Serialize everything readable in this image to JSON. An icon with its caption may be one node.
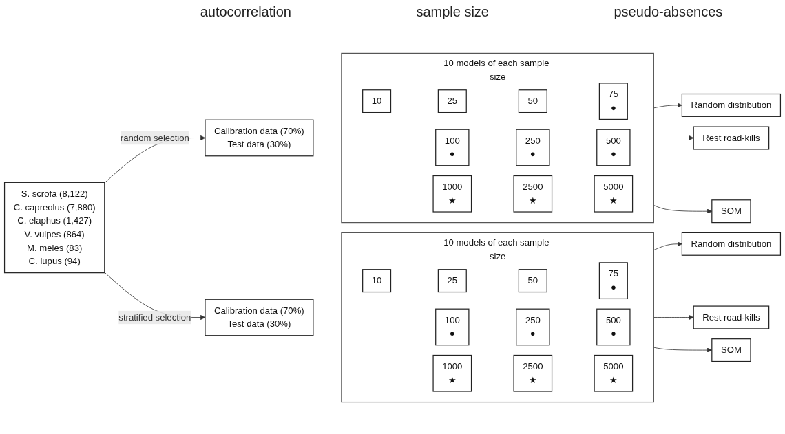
{
  "diagram": {
    "nodes": [
      {
        "text": [
          "S. scrofa (8,122)",
          "C. capreolus (7,880)",
          "C. elaphus (1,427)",
          "V. vulpes (864)",
          "M. meles (83)",
          "C. lupus (94)"
        ]
      },
      {
        "text": [
          "Calibration data (70%)",
          "Test data (30%)"
        ]
      },
      {
        "text": [
          "10 models of each sample size"
        ]
      },
      {
        "text": [
          "10"
        ],
        "in": 2
      },
      {
        "text": [
          "25"
        ],
        "in": 2
      },
      {
        "text": [
          "50"
        ],
        "in": 2
      },
      {
        "text": [
          "75",
          "●"
        ],
        "in": 2
      },
      {
        "text": [
          "100",
          "●"
        ],
        "in": 2
      },
      {
        "text": [
          "250",
          "●"
        ],
        "in": 2
      },
      {
        "text": [
          "500",
          "●"
        ],
        "in": 2
      },
      {
        "text": [
          "1000",
          "★"
        ],
        "in": 2
      },
      {
        "text": [
          "2500",
          "★"
        ],
        "in": 2
      },
      {
        "text": [
          "5000",
          "★"
        ],
        "in": 2
      },
      {
        "text": [
          "Random distribution"
        ]
      },
      {
        "text": [
          "Rest road-kills"
        ]
      },
      {
        "text": [
          "SOM"
        ]
      },
      {
        "text": [
          "Calibration data (70%)",
          "Test data (30%)"
        ]
      },
      {
        "text": [
          "10 models of each sample size"
        ]
      },
      {
        "text": [
          "10"
        ],
        "in": 17
      },
      {
        "text": [
          "25"
        ],
        "in": 17
      },
      {
        "text": [
          "50"
        ],
        "in": 17
      },
      {
        "text": [
          "75",
          "●"
        ],
        "in": 17
      },
      {
        "text": [
          "100",
          "●"
        ],
        "in": 17
      },
      {
        "text": [
          "250",
          "●"
        ],
        "in": 17
      },
      {
        "text": [
          "500",
          "●"
        ],
        "in": 17
      },
      {
        "text": [
          "1000",
          "★"
        ],
        "in": 17
      },
      {
        "text": [
          "2500",
          "★"
        ],
        "in": 17
      },
      {
        "text": [
          "5000",
          "★"
        ],
        "in": 17
      },
      {
        "text": [
          "Random distribution"
        ]
      },
      {
        "text": [
          "Rest road-kills"
        ]
      },
      {
        "text": [
          "SOM"
        ]
      }
    ],
    "edges": [
      {
        "from": 0,
        "to": 1,
        "arrow": "to",
        "label": "random selection"
      },
      {
        "from": 0,
        "to": 16,
        "arrow": "to",
        "label": "stratified selection"
      },
      {
        "from": 2,
        "to": 13,
        "arrow": "to"
      },
      {
        "from": 2,
        "to": 14,
        "arrow": "to"
      },
      {
        "from": 2,
        "to": 15,
        "arrow": "to"
      },
      {
        "from": 17,
        "to": 28,
        "arrow": "to"
      },
      {
        "from": 17,
        "to": 29,
        "arrow": "to"
      },
      {
        "from": 17,
        "to": 30,
        "arrow": "to"
      }
    ],
    "labels": [
      "autocorrelation",
      "sample size",
      "pseudo-absences"
    ]
  }
}
